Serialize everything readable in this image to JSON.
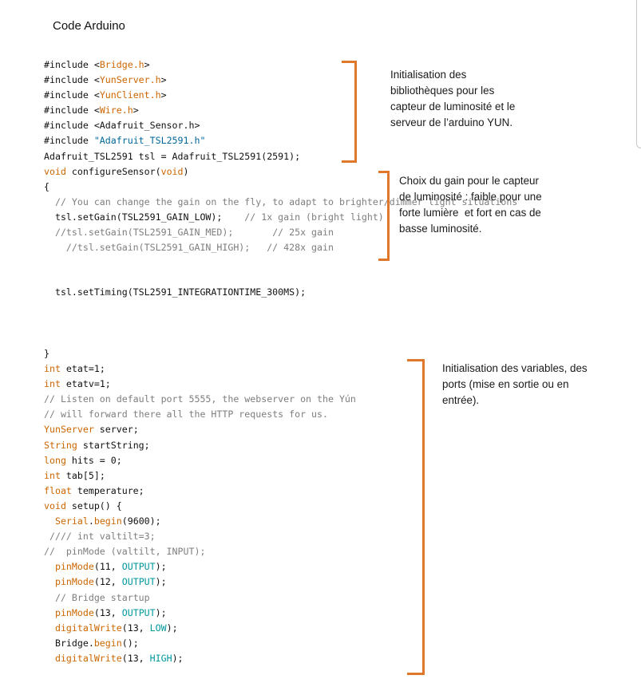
{
  "title": "Code Arduino",
  "block1": [
    "#include <Bridge.h>",
    "#include <YunServer.h>",
    "#include <YunClient.h>",
    "#include <Wire.h>",
    "#include <Adafruit_Sensor.h>",
    "#include \"Adafruit_TSL2591.h\"",
    "Adafruit_TSL2591 tsl = Adafruit_TSL2591(2591);",
    "void configureSensor(void)",
    "{",
    "  // You can change the gain on the fly, to adapt to brighter/dimmer light situations",
    "  tsl.setGain(TSL2591_GAIN_LOW);    // 1x gain (bright light)",
    "  //tsl.setGain(TSL2591_GAIN_MED);       // 25x gain",
    "    //tsl.setGain(TSL2591_GAIN_HIGH);   // 428x gain"
  ],
  "block2": [
    "  tsl.setTiming(TSL2591_INTEGRATIONTIME_300MS);"
  ],
  "block3": [
    "}",
    "int etat=1;",
    "int etatv=1;",
    "// Listen on default port 5555, the webserver on the Yún",
    "// will forward there all the HTTP requests for us.",
    "YunServer server;",
    "String startString;",
    "long hits = 0;",
    "int tab[5];",
    "float temperature;",
    "void setup() {",
    "  Serial.begin(9600);",
    " //// int valtilt=3;",
    "//  pinMode (valtilt, INPUT);",
    "  pinMode(11, OUTPUT);",
    "  pinMode(12, OUTPUT);",
    "  // Bridge startup",
    "  pinMode(13, OUTPUT);",
    "  digitalWrite(13, LOW);",
    "  Bridge.begin();",
    "  digitalWrite(13, HIGH);"
  ],
  "notes": {
    "note1": "Initialisation des\nbibliothèques pour les\ncapteur de luminosité et le\nserveur de l’arduino YUN.",
    "note2": "Choix du gain pour le capteur\nde luminosité : faible pour une\nforte lumière  et fort en cas de\nbasse luminosité.",
    "note3": "Initialisation des variables, des\nports (mise en sortie ou en\nentrée)."
  },
  "colors": {
    "bracket": "#e0782b",
    "keyword": "#cc6600",
    "string": "#006699",
    "comment": "#7e7e7e",
    "constant": "#00979c"
  }
}
